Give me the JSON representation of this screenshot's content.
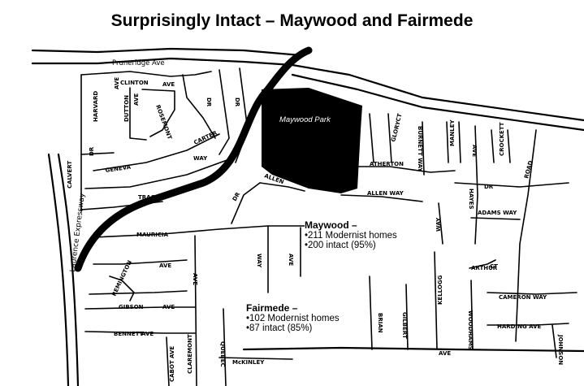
{
  "title": "Surprisingly Intact – Maywood and Fairmede",
  "park": {
    "label": "Maywood Park"
  },
  "neighborhoods": [
    {
      "name": "Maywood –",
      "stats": [
        "•211 Modernist homes",
        "•200 intact (95%)"
      ]
    },
    {
      "name": "Fairmede –",
      "stats": [
        "•102 Modernist homes",
        "•87 intact (85%)"
      ]
    }
  ],
  "streets": {
    "pruneridge": "Pruneridge Ave",
    "expressway": "Laurence Expressway",
    "clinton": "CLINTON",
    "clinton_ave": "AVE",
    "harvard": "HARVARD",
    "ave_v": "AVE",
    "dutton": "DUTTON",
    "dutton_ave": "AVE",
    "rosemont": "ROSEMONT",
    "carter": "CARTER",
    "dr1": "DR",
    "dr2": "DR",
    "way1": "WAY",
    "geneva": "GENEVA",
    "calvert": "CALVERT",
    "calvert_dr": "DR",
    "tracy": "TRACY",
    "dr3": "DR",
    "allen": "ALLEN",
    "atherton": "ATHERTON",
    "allen_way": "ALLEN  WAY",
    "glory": "GLORY",
    "glory_ct": "CT",
    "burnett": "BURNETT WAY",
    "manley": "MANLEY",
    "ave2": "AVE",
    "crockett": "CROCKETT",
    "hayes": "HAYES",
    "dr4": "DR",
    "adams": "ADAMS WAY",
    "road": "ROAD",
    "way2": "WAY",
    "mauricia": "MAURICIA",
    "way3": "WAY",
    "ave3": "AVE",
    "remington": "REMINGTON",
    "ave4": "AVE",
    "ave5": "AVE",
    "gibson": "GIBSON",
    "ave6": "AVE",
    "bennett": "BENNETT",
    "bennett_ave": "AVE",
    "cabot": "CABOT AVE",
    "claremont": "CLAREMONT",
    "quebec": "QUEBEC",
    "mckinley": "McKINLEY",
    "brian": "BRIAN",
    "gilbert": "GILBERT",
    "kellogg": "KELLOGG",
    "arthur": "ARTHUR",
    "arthur_ct": "CT",
    "woodhams": "WOODHAMS",
    "cameron": "CAMERON WAY",
    "harding": "HARDING AVE",
    "johnson": "JOHNSON",
    "ave7": "AVE"
  }
}
